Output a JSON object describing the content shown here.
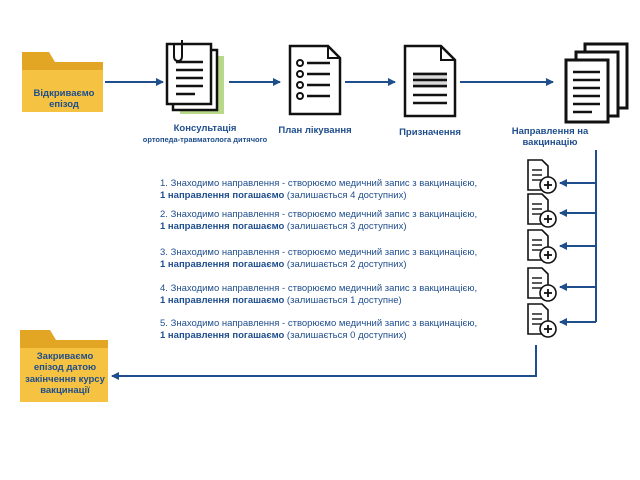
{
  "start_folder": {
    "label": "Відкриваємо епізод",
    "icon": "folder-icon"
  },
  "flow_steps": [
    {
      "title": "Консультація",
      "subtitle": "ортопеда-травматолога дитячого",
      "icon": "consultation-document-icon"
    },
    {
      "title": "План лікування",
      "icon": "checklist-document-icon"
    },
    {
      "title": "Призначення",
      "icon": "prescription-document-icon"
    },
    {
      "title": "Направлення на вакцинацію",
      "icon": "multiple-documents-icon"
    }
  ],
  "vaccination_steps": [
    {
      "num": "1.",
      "line1": "Знаходимо направлення - створюємо медичний запис з вакцинацією,",
      "bold": "1 направлення погашаємо",
      "rest": "(залишається 4 доступних)"
    },
    {
      "num": "2.",
      "line1": "Знаходимо направлення - створюємо медичний запис з вакцинацією,",
      "bold": "1 направлення погашаємо",
      "rest": "(залишається 3 доступних)"
    },
    {
      "num": "3.",
      "line1": "Знаходимо направлення - створюємо медичний запис з вакцинацією,",
      "bold": "1 направлення погашаємо",
      "rest": "(залишається 2 доступних)"
    },
    {
      "num": "4.",
      "line1": "Знаходимо направлення - створюємо медичний запис з вакцинацією,",
      "bold": "1 направлення погашаємо",
      "rest": "(залишається 1 доступне)"
    },
    {
      "num": "5.",
      "line1": "Знаходимо направлення - створюємо медичний запис з вакцинацією,",
      "bold": "1 направлення погашаємо",
      "rest": "(залишається 0 доступних)"
    }
  ],
  "end_folder": {
    "label": "Закриваємо епізод датою закінчення курсу вакцинації",
    "icon": "folder-icon"
  },
  "colors": {
    "arrow": "#1f4e8c",
    "text": "#1f4e8c",
    "folder": "#f5c242",
    "folder_dark": "#e3a524",
    "consult_bg": "#b9d98a"
  }
}
